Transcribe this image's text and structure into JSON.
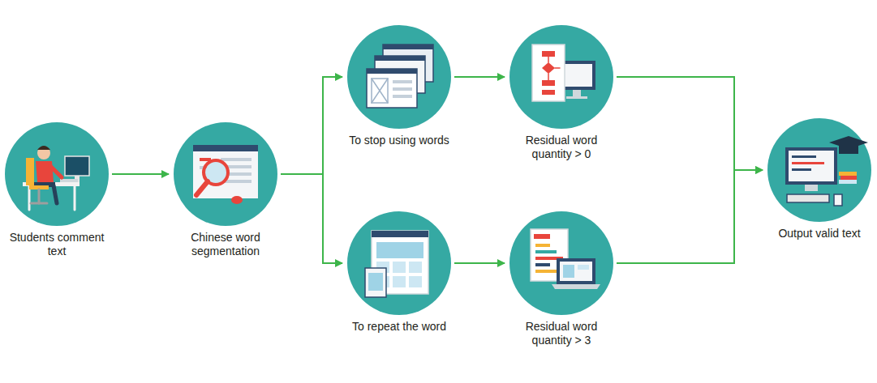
{
  "diagram": {
    "nodes": [
      {
        "text": [
          "Students comment text"
        ]
      },
      {
        "text": [
          "Chinese word segmentation"
        ]
      },
      {
        "text": [
          "To stop using words"
        ]
      },
      {
        "text": [
          "Residual word quantity > 0"
        ]
      },
      {
        "text": [
          "To repeat the word"
        ]
      },
      {
        "text": [
          "Residual word quantity > 3"
        ]
      },
      {
        "text": [
          "Output valid text"
        ]
      }
    ],
    "edges": [
      {
        "from": 0,
        "to": 1,
        "arrow": "to"
      },
      {
        "from": 1,
        "to": 2,
        "arrow": "to"
      },
      {
        "from": 1,
        "to": 4,
        "arrow": "to"
      },
      {
        "from": 2,
        "to": 3,
        "arrow": "to"
      },
      {
        "from": 4,
        "to": 5,
        "arrow": "to"
      },
      {
        "from": 3,
        "to": 6,
        "arrow": "to"
      },
      {
        "from": 5,
        "to": 6,
        "arrow": "to"
      }
    ]
  }
}
